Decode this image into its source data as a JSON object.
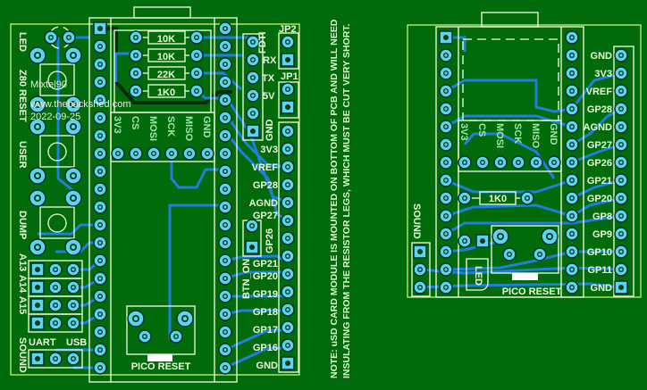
{
  "board_a": {
    "left_labels": {
      "led": "LED",
      "z80_reset": "Z80 RESET",
      "user": "USER",
      "dump": "DUMP",
      "a13": "A13",
      "a14": "A14",
      "a15": "A15",
      "uart": "UART",
      "usb": "USB",
      "sound": "SOUND"
    },
    "watermark": {
      "name": "Mixtel90",
      "url": "www.thebackshed.com",
      "date": "2022-09-25"
    },
    "resistors": [
      "10K",
      "10K",
      "22K",
      "1K0"
    ],
    "sd_pins": [
      "3V3",
      "CS",
      "MOSI",
      "SCK",
      "MISO",
      "GND"
    ],
    "fdti_labels": {
      "fdti": "FDTI",
      "rx": "RX",
      "tx": "TX",
      "v5": "5V",
      "jp1": "JP1",
      "jp2": "JP2"
    },
    "right_pins": [
      "GND",
      "3V3",
      "VREF",
      "GP28",
      "AGND",
      "GP27",
      "GP26",
      "GP21",
      "GP20",
      "GP19",
      "GP18",
      "GP17",
      "GP16",
      "GND"
    ],
    "btn_on": "BTN_ON",
    "pico_reset": "PICO RESET"
  },
  "note": {
    "line1": "NOTE: uSD CARD MODULE IS MOUNTED ON BOTTOM OF PCB AND WILL NEED",
    "line2": "INSULATING FROM THE RESISTOR LEGS, WHICH MUST BE CUT VERY SHORT."
  },
  "board_b": {
    "sd_pins": [
      "3V3",
      "CS",
      "MOSI",
      "SCK",
      "MISO",
      "GND"
    ],
    "resistor": "1K0",
    "led": "LED",
    "sound": "SOUND",
    "pico_reset": "PICO RESET",
    "right_pins": [
      "GND",
      "3V3",
      "VREF",
      "GP28",
      "AGND",
      "GP27",
      "GP26",
      "GP21",
      "GP20",
      "GP8",
      "GP9",
      "GP10",
      "GP11",
      "GND"
    ]
  },
  "colors": {
    "board": "#016a0a",
    "pad": "#5bd3f2",
    "trace": "#1f7fe0",
    "silk": "#f4ffe0",
    "outline": "#d6ff7a"
  }
}
